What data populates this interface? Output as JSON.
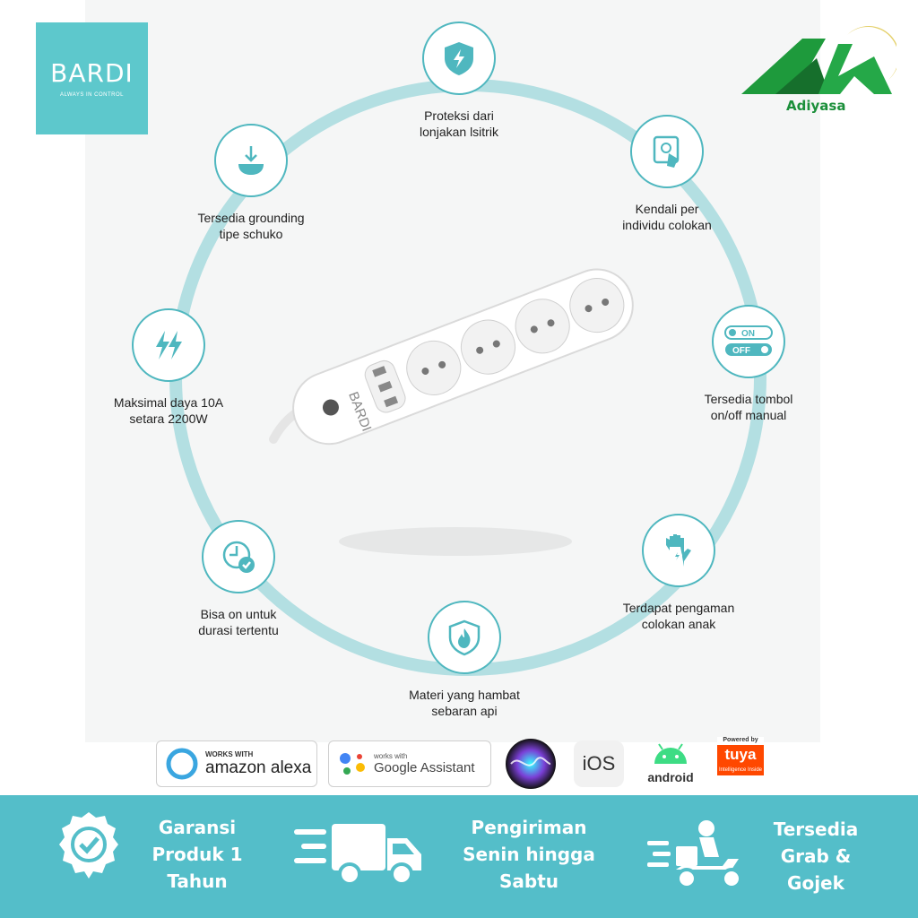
{
  "brand": {
    "name": "BARDI",
    "tagline": "ALWAYS IN CONTROL",
    "device_label": "BARDI"
  },
  "seller": {
    "name": "Adiyasa",
    "logo_letters": "AK"
  },
  "colors": {
    "accent": "#4fb7bf",
    "bar": "#54bec9",
    "logo_bg": "#5dc8cc",
    "green": "#1b8f3a"
  },
  "features": [
    {
      "icon": "shield-lightning-icon",
      "lines": [
        "Proteksi dari",
        "lonjakan lsitrik"
      ]
    },
    {
      "icon": "touch-control-icon",
      "lines": [
        "Kendali per",
        "individu colokan"
      ]
    },
    {
      "icon": "on-off-switch-icon",
      "lines": [
        "Tersedia tombol",
        "on/off manual"
      ]
    },
    {
      "icon": "glove-icon",
      "lines": [
        "Terdapat pengaman",
        "colokan anak"
      ]
    },
    {
      "icon": "fire-shield-icon",
      "lines": [
        "Materi yang hambat",
        "sebaran api"
      ]
    },
    {
      "icon": "clock-check-icon",
      "lines": [
        "Bisa on untuk",
        "durasi tertentu"
      ]
    },
    {
      "icon": "lightning-bolts-icon",
      "lines": [
        "Maksimal daya 10A",
        "setara 2200W"
      ]
    },
    {
      "icon": "grounding-icon",
      "lines": [
        "Tersedia grounding",
        "tipe schuko"
      ]
    }
  ],
  "switch_labels": {
    "on": "ON",
    "off": "OFF"
  },
  "compat": {
    "alexa": {
      "small": "WORKS WITH",
      "big": "amazon alexa"
    },
    "google": {
      "small": "works with",
      "big": "Google Assistant"
    },
    "ios": "iOS",
    "android": "android",
    "tuya": {
      "top": "Powered by",
      "mid": "tuya",
      "bottom": "Intelligence Inside"
    }
  },
  "bottom": {
    "warranty": [
      "Garansi",
      "Produk 1",
      "Tahun"
    ],
    "shipping": [
      "Pengiriman",
      "Senin hingga",
      "Sabtu"
    ],
    "delivery": [
      "Tersedia",
      "Grab &",
      "Gojek"
    ]
  }
}
